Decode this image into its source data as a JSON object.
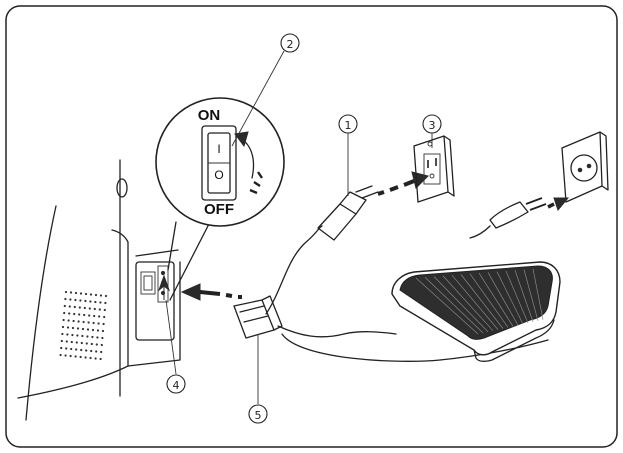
{
  "switch": {
    "on_label": "ON",
    "off_label": "OFF",
    "on_mark": "I",
    "off_mark": "O"
  },
  "callouts": [
    {
      "id": "1",
      "text": "①",
      "target": "power plug"
    },
    {
      "id": "2",
      "text": "②",
      "target": "power switch"
    },
    {
      "id": "3",
      "text": "③",
      "target": "wall outlet (US type)"
    },
    {
      "id": "4",
      "text": "④",
      "target": "machine socket / switch panel"
    },
    {
      "id": "5",
      "text": "⑤",
      "target": "machine plug"
    }
  ],
  "colors": {
    "line": "#222222",
    "pedal_fill": "#2e2e2e",
    "background": "#ffffff"
  }
}
